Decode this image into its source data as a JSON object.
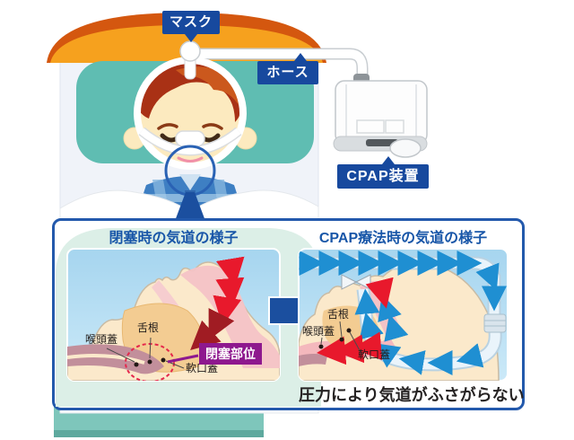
{
  "colors": {
    "callout_blue": "#17499E",
    "headboard_orange": "#F6A11E",
    "headboard_rim": "#D4570F",
    "pillow_teal": "#5FBDB2",
    "bed_foot_teal": "#7EC6BB",
    "panel_border_blue": "#2359AC",
    "title_blue": "#1856A8",
    "obstruction_purple": "#8E188E",
    "airflow_red": "#E8192C",
    "airflow_red_dark": "#A01C23",
    "airflow_blue": "#1F8FD2",
    "sky_top": "#A6D5EF",
    "sky_bottom": "#CBE9F8",
    "mint_background": "#DCEFE7"
  },
  "scene": {
    "mask_label": "マスク",
    "hose_label": "ホース",
    "device_label": "CPAP装置"
  },
  "panel": {
    "left": {
      "title": "閉塞時の気道の様子",
      "labels": {
        "tongue_root": "舌根",
        "epiglottis": "喉頭蓋",
        "soft_palate": "軟口蓋",
        "obstruction_site": "閉塞部位"
      }
    },
    "right": {
      "title": "CPAP療法時の気道の様子",
      "labels": {
        "tongue_root": "舌根",
        "epiglottis": "喉頭蓋",
        "soft_palate": "軟口蓋"
      },
      "caption": "圧力により気道がふさがらない"
    }
  }
}
